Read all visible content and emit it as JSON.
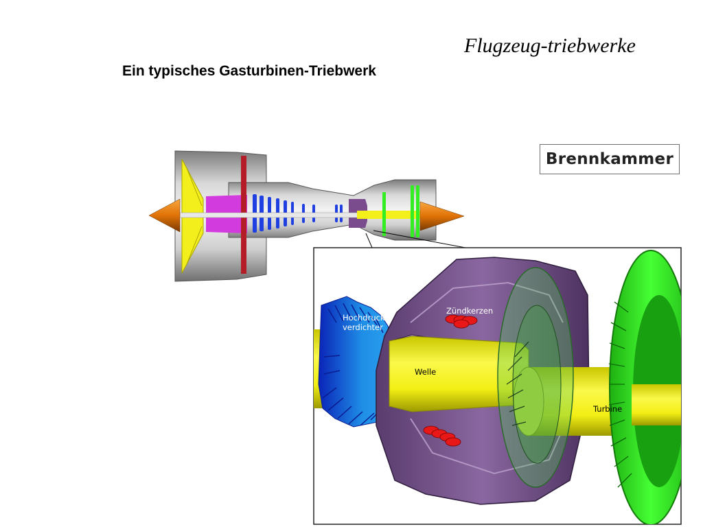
{
  "slide": {
    "title": "Flugzeug-triebwerke",
    "subtitle": "Ein typisches Gasturbinen-Triebwerk",
    "section_label": "Brennkammer"
  },
  "detail_labels": {
    "compressor": [
      "Hochdruck-",
      "verdichter"
    ],
    "igniters": "Zündkerzen",
    "shaft": "Welle",
    "turbine": "Turbine"
  },
  "colors": {
    "fan": "#f2ee1f",
    "shaft": "#f4f21a",
    "compressor": "#1f3fe0",
    "combustor": "#6a4a80",
    "turbine": "#33ee22",
    "igniter": "#e81818",
    "cone": "#ee7a10",
    "casing": "#a6a6a6"
  }
}
